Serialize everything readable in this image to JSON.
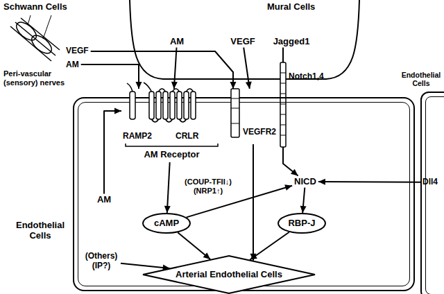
{
  "diagram": {
    "nodes": [
      {
        "text": [
          "Mural Cells"
        ]
      },
      {
        "text": [
          "AM"
        ],
        "in": 0
      },
      {
        "text": [
          "VEGF"
        ],
        "in": 0
      },
      {
        "text": [
          "Jagged1"
        ],
        "in": 0
      },
      {
        "text": [
          "VEGF"
        ]
      },
      {
        "text": [
          "AM"
        ]
      },
      {
        "text": [
          "Notch1,4"
        ]
      },
      {
        "text": [
          "Endothelial Cells"
        ]
      },
      {
        "text": [
          "RAMP2",
          "CRLR",
          "AM Receptor"
        ],
        "in": 7
      },
      {
        "text": [
          "VEGFR2"
        ],
        "in": 7
      },
      {
        "text": [
          "NICD"
        ],
        "in": 7
      },
      {
        "text": [
          "AM"
        ],
        "in": 7
      },
      {
        "text": [
          "cAMP"
        ],
        "in": 7
      },
      {
        "text": [
          "RBP-J"
        ],
        "in": 7
      },
      {
        "text": [
          "(Others) (IP?)"
        ],
        "in": 7
      },
      {
        "text": [
          "Arterial Endothelial Cells"
        ],
        "in": 7
      },
      {
        "text": [
          "Endothelial Cells"
        ]
      },
      {
        "text": [
          "Dll4"
        ],
        "in": 16
      }
    ],
    "edges": [
      {
        "from": 1,
        "to": 8,
        "arrow": "to"
      },
      {
        "from": 2,
        "to": 9,
        "arrow": "to"
      },
      {
        "from": 4,
        "to": 9,
        "arrow": "to"
      },
      {
        "from": 5,
        "to": 8,
        "arrow": "to"
      },
      {
        "from": 3,
        "to": 6,
        "arrow": "none"
      },
      {
        "from": 6,
        "to": 10,
        "arrow": "to"
      },
      {
        "from": 17,
        "to": 10,
        "arrow": "to"
      },
      {
        "from": 11,
        "to": 8,
        "arrow": "to"
      },
      {
        "from": 8,
        "to": 12,
        "arrow": "to"
      },
      {
        "from": 12,
        "to": 10,
        "label": "(COUP-TFII↓) (NRP1↑)",
        "arrow": "to"
      },
      {
        "from": 10,
        "to": 13,
        "arrow": "to"
      },
      {
        "from": 12,
        "to": 15,
        "arrow": "to"
      },
      {
        "from": 9,
        "to": 15,
        "arrow": "to"
      },
      {
        "from": 13,
        "to": 15,
        "arrow": "to"
      },
      {
        "from": 14,
        "to": 15,
        "arrow": "to"
      }
    ],
    "labels": [
      "Schwann Cells",
      "Peri-vascular (sensory) nerves"
    ]
  }
}
